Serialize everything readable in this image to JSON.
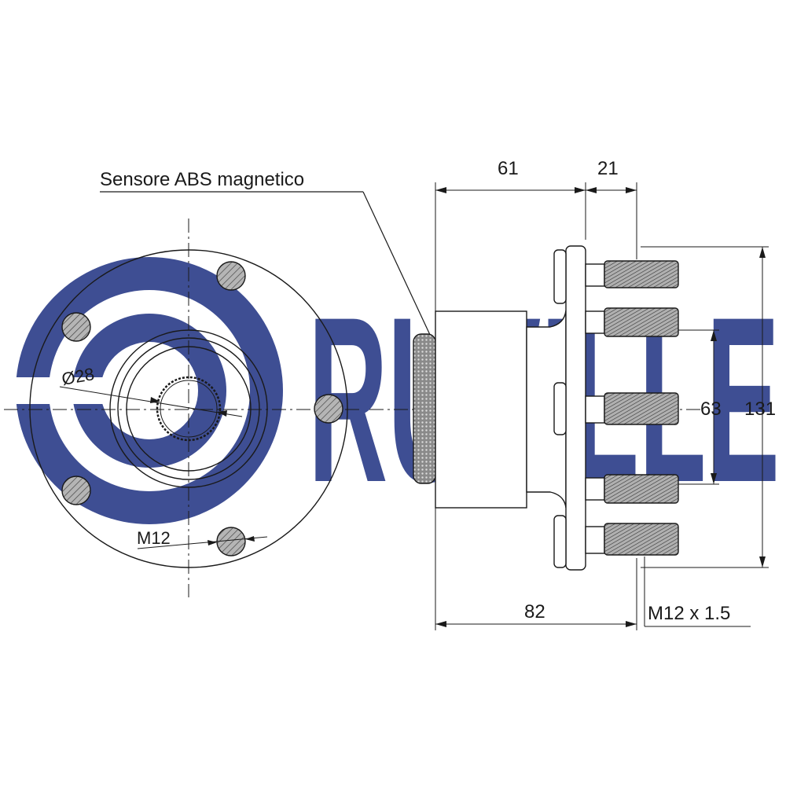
{
  "labels": {
    "abs_sensor": "Sensore ABS magnetico",
    "bore_diameter": "Ø28",
    "bolt_thread_front": "M12",
    "stud_thread": "M12 x 1.5"
  },
  "dimensions": {
    "hub_length": "61",
    "flange_to_stud": "21",
    "overall_length": "82",
    "pilot_diameter": "63",
    "flange_diameter": "131"
  },
  "watermark": {
    "text": "RUVILLE",
    "color": "#2e3f8a"
  },
  "colors": {
    "line": "#1a1a1a",
    "hatch_fill": "#a8a8a8",
    "background": "#ffffff"
  }
}
